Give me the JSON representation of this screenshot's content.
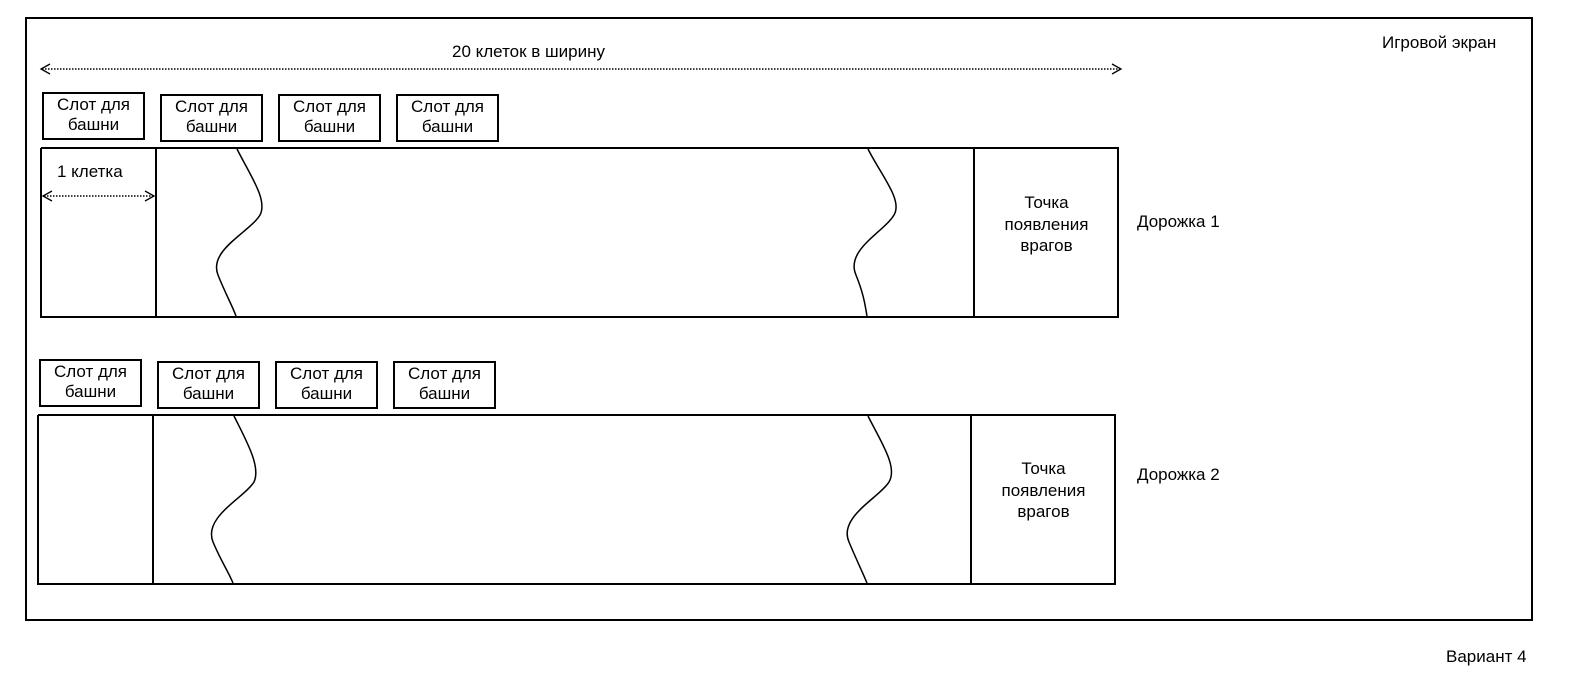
{
  "screen": {
    "title": "Игровой экран"
  },
  "variant": "Вариант 4",
  "dimensions": {
    "width_label": "20 клеток в ширину",
    "cell_label": "1 клетка"
  },
  "lanes": [
    {
      "label": "Дорожка 1",
      "slots": [
        {
          "line1": "Слот для",
          "line2": "башни"
        },
        {
          "line1": "Слот для",
          "line2": "башни"
        },
        {
          "line1": "Слот для",
          "line2": "башни"
        },
        {
          "line1": "Слот для",
          "line2": "башни"
        }
      ],
      "spawn": {
        "line1": "Точка",
        "line2": "появления",
        "line3": "врагов"
      }
    },
    {
      "label": "Дорожка 2",
      "slots": [
        {
          "line1": "Слот для",
          "line2": "башни"
        },
        {
          "line1": "Слот для",
          "line2": "башни"
        },
        {
          "line1": "Слот для",
          "line2": "башни"
        },
        {
          "line1": "Слот для",
          "line2": "башни"
        }
      ],
      "spawn": {
        "line1": "Точка",
        "line2": "появления",
        "line3": "врагов"
      }
    }
  ]
}
